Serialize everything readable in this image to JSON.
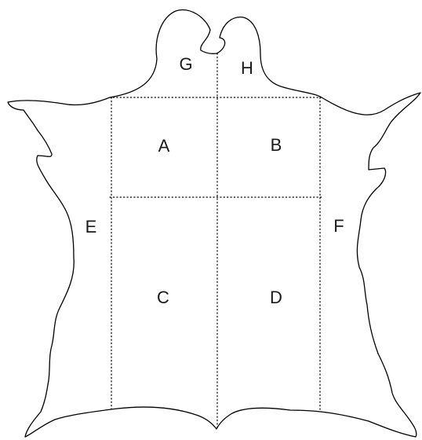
{
  "diagram": {
    "regions": {
      "a": "A",
      "b": "B",
      "c": "C",
      "d": "D",
      "e": "E",
      "f": "F",
      "g": "G",
      "h": "H"
    },
    "colors": {
      "outline": "#000000",
      "background": "#ffffff",
      "label": "#1a1a1a"
    }
  }
}
